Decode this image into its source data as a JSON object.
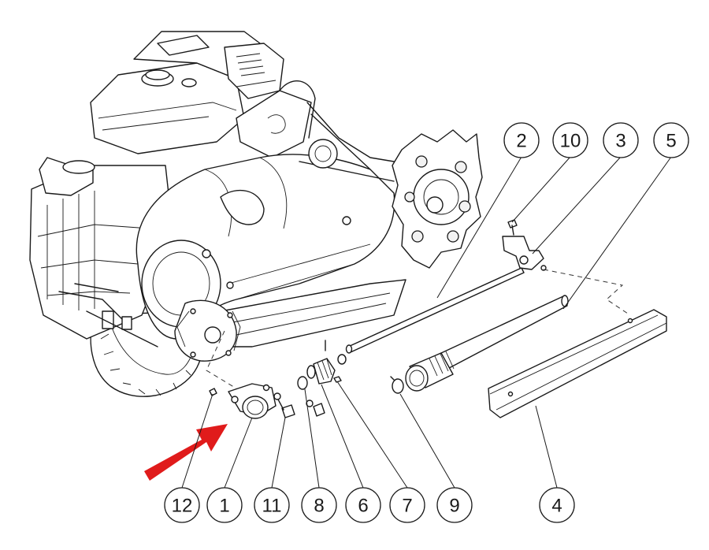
{
  "diagram": {
    "callouts": [
      {
        "id": "c12",
        "label": "12"
      },
      {
        "id": "c1",
        "label": "1"
      },
      {
        "id": "c11",
        "label": "11"
      },
      {
        "id": "c8",
        "label": "8"
      },
      {
        "id": "c6",
        "label": "6"
      },
      {
        "id": "c7",
        "label": "7"
      },
      {
        "id": "c9",
        "label": "9"
      },
      {
        "id": "c4",
        "label": "4"
      },
      {
        "id": "c2",
        "label": "2"
      },
      {
        "id": "c10",
        "label": "10"
      },
      {
        "id": "c3",
        "label": "3"
      },
      {
        "id": "c5",
        "label": "5"
      }
    ],
    "colors": {
      "line": "#1a1a1a",
      "background": "#ffffff",
      "arrow": "#e01b1b"
    }
  }
}
